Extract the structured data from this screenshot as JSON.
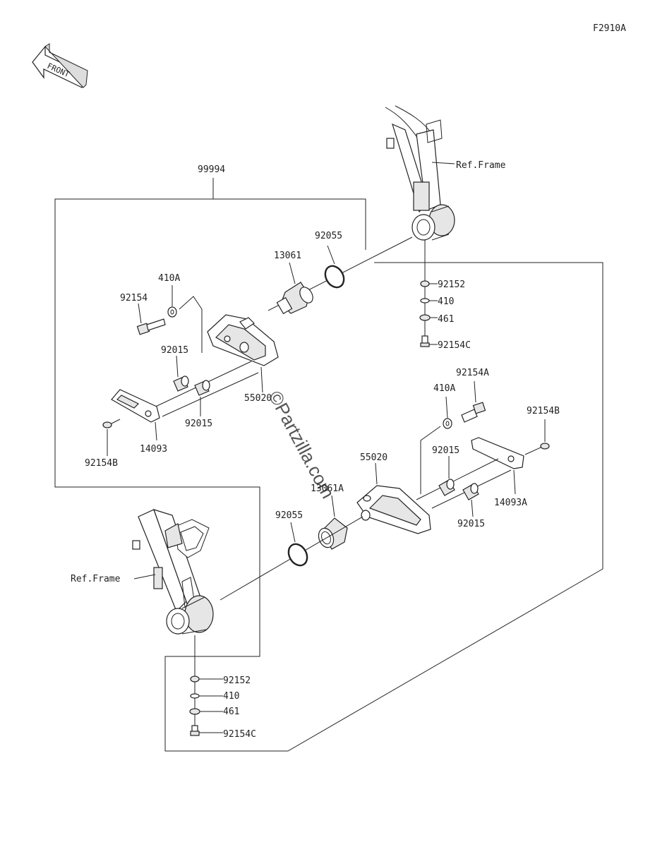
{
  "diagram_code": "F2910A",
  "front_label": "FRONT",
  "watermark": "©Partzilla.com",
  "labels": {
    "assembly": "99994",
    "ref_frame_top": "Ref.Frame",
    "ref_frame_bottom": "Ref.Frame",
    "p92055_a": "92055",
    "p92055_b": "92055",
    "p13061": "13061",
    "p13061A": "13061A",
    "p410A_a": "410A",
    "p410A_b": "410A",
    "p92154": "92154",
    "p92154A": "92154A",
    "p92154B_a": "92154B",
    "p92154B_b": "92154B",
    "p92015_a": "92015",
    "p92015_b": "92015",
    "p92015_c": "92015",
    "p92015_d": "92015",
    "p55020_a": "55020",
    "p55020_b": "55020",
    "p14093": "14093",
    "p14093A": "14093A",
    "p92152_a": "92152",
    "p92152_b": "92152",
    "p410_a": "410",
    "p410_b": "410",
    "p461_a": "461",
    "p461_b": "461",
    "p92154C_a": "92154C",
    "p92154C_b": "92154C"
  }
}
